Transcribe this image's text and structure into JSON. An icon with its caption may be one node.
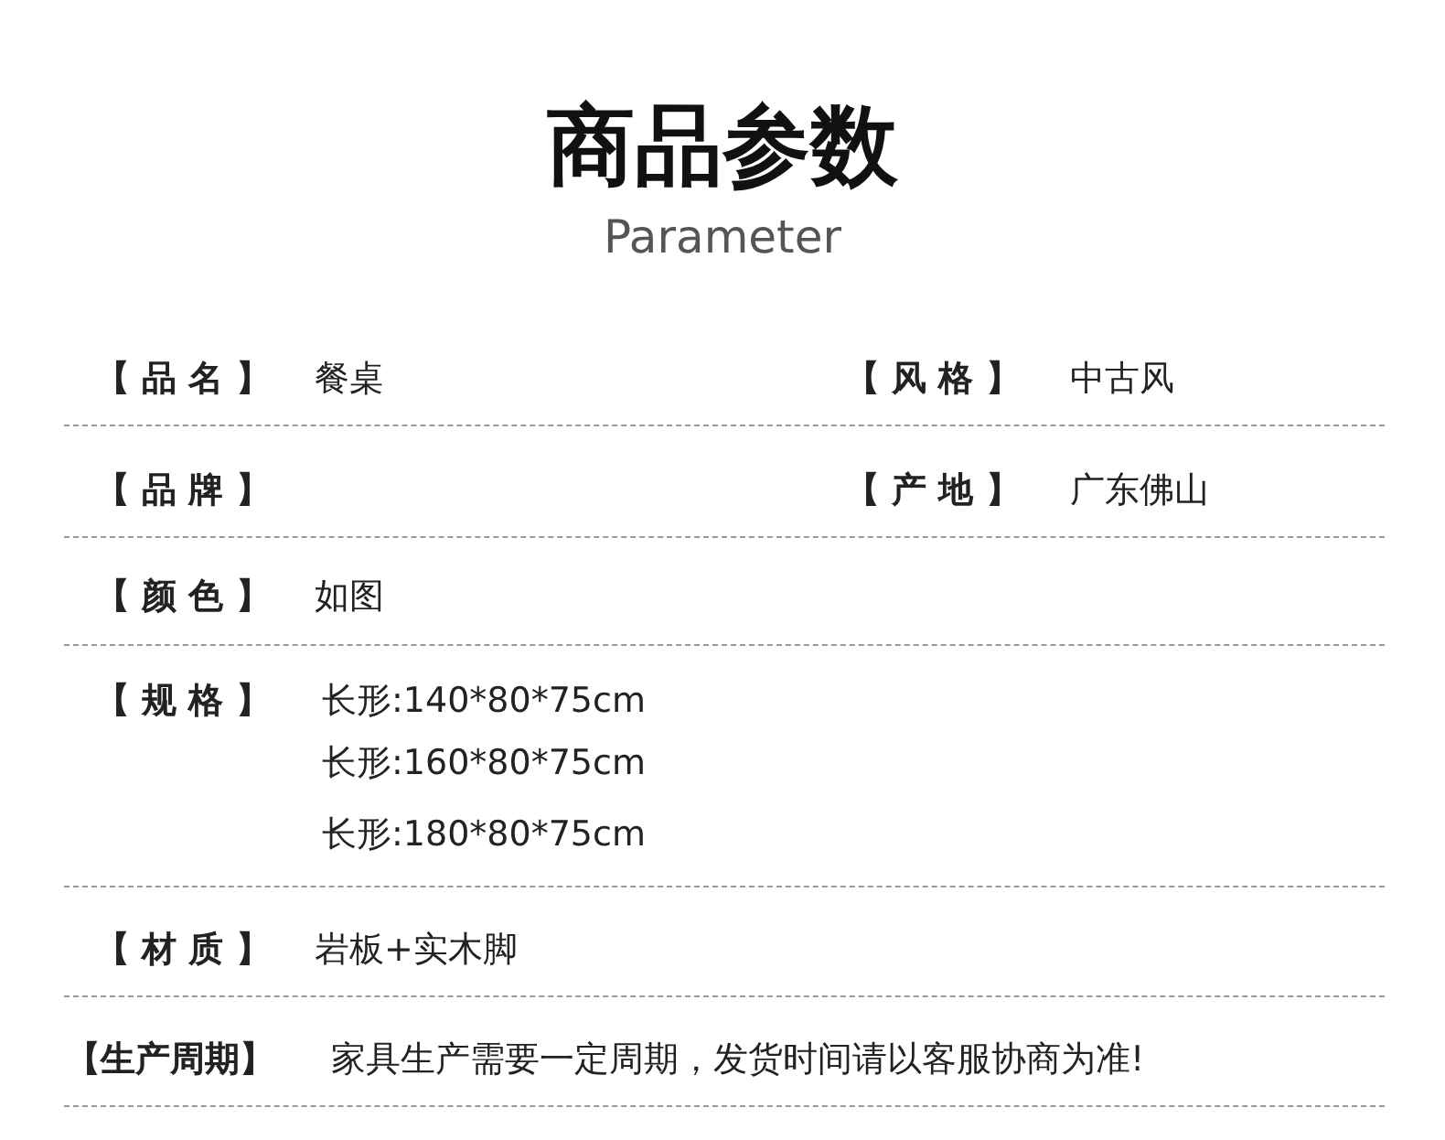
{
  "diagram": {
    "title": "商品参数",
    "labels": [
      "Parameter",
      "【 品 名 】",
      "餐桌",
      "【 风 格 】",
      "中古风",
      "【 品 牌 】",
      "【 产 地 】",
      "广东佛山",
      "【 颜 色 】",
      "如图",
      "【 规 格 】",
      "长形:140*80*75cm",
      "长形:160*80*75cm",
      "长形:180*80*75cm",
      "【 材 质 】",
      "岩板+实木脚",
      "【生产周期】",
      "家具生产需要一定周期，发货时间请以客服协商为准!"
    ]
  }
}
